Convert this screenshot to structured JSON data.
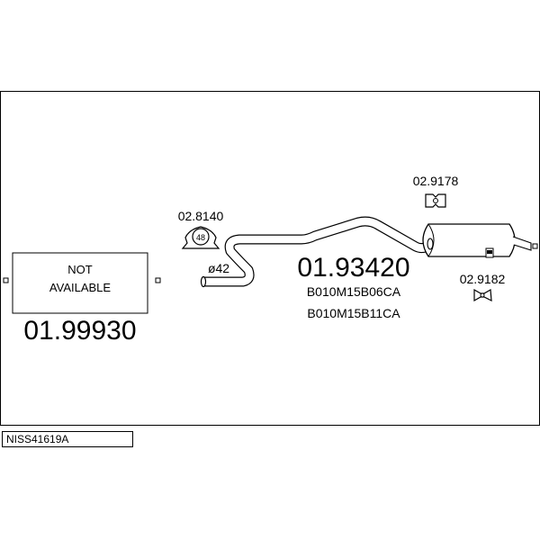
{
  "diagram": {
    "reference": "NISS41619A",
    "front_section": {
      "status_line1": "NOT",
      "status_line2": "AVAILABLE",
      "part_number": "01.99930"
    },
    "clamp": {
      "part_number": "02.8140",
      "size": "48"
    },
    "pipe_diameter": "ø42",
    "rear_section": {
      "part_number": "01.93420",
      "codes": [
        "B010M15B06CA",
        "B010M15B11CA"
      ]
    },
    "hanger_top": {
      "part_number": "02.9178"
    },
    "hanger_bottom": {
      "part_number": "02.9182"
    }
  }
}
